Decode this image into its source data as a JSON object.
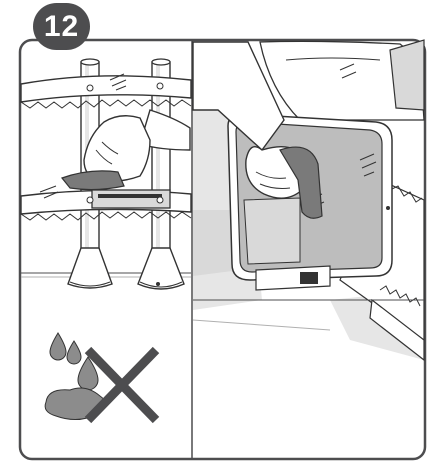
{
  "step": {
    "number": "12"
  },
  "colors": {
    "frame": "#4d4d4f",
    "badge": "#4d4d4f",
    "shadow": "#d9d9d9",
    "wipe_cloth": "#7a7a7a",
    "drops": "#8c8c8c",
    "cross": "#4d4d4f"
  },
  "panels": {
    "left": {
      "illustration": "hand-wiping-rail-carriage",
      "warning": "no-liquid-cross-icon"
    },
    "right": {
      "illustration": "hand-wiping-stairlift-motor-cover"
    }
  }
}
